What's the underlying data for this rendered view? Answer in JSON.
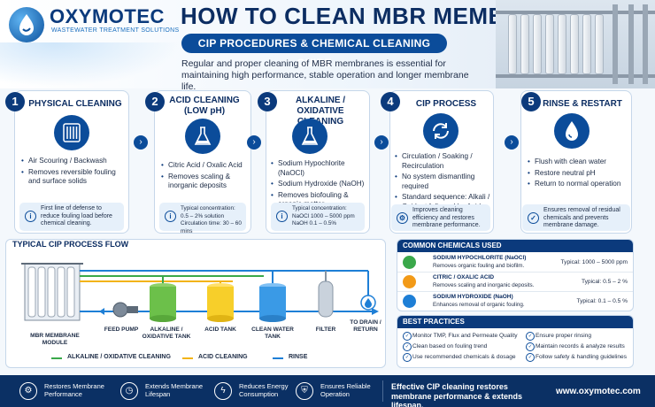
{
  "brand": {
    "name": "OXYMOTEC",
    "tagline": "WASTEWATER TREATMENT SOLUTIONS"
  },
  "header": {
    "title": "HOW TO CLEAN MBR MEMBRANES",
    "subtitle": "CIP PROCEDURES & CHEMICAL CLEANING GUIDE",
    "intro": "Regular and proper cleaning of MBR membranes is essential for maintaining high performance, stable operation and longer membrane life."
  },
  "steps": [
    {
      "num": "1",
      "title": "PHYSICAL CLEANING",
      "icon": "membrane-filter-icon",
      "bullets": [
        "Air Scouring / Backwash",
        "Removes reversible fouling and surface solids"
      ],
      "note": "First line of defense to reduce fouling load before chemical cleaning."
    },
    {
      "num": "2",
      "title": "ACID CLEANING (LOW pH)",
      "icon": "flask-icon",
      "bullets": [
        "Citric Acid / Oxalic Acid",
        "Removes scaling & inorganic deposits"
      ],
      "note": "Typical concentration: 0.5 – 2% solution\nCirculation time: 30 – 60 mins"
    },
    {
      "num": "3",
      "title": "ALKALINE / OXIDATIVE CLEANING",
      "icon": "flask-icon",
      "bullets": [
        "Sodium Hypochlorite (NaOCl)",
        "Sodium Hydroxide (NaOH)",
        "Removes biofouling & organic matter"
      ],
      "note": "Typical concentration: NaOCl 1000 – 5000 ppm\nNaOH 0.1 – 0.5%"
    },
    {
      "num": "4",
      "title": "CIP PROCESS",
      "icon": "recirculation-icon",
      "bullets": [
        "Circulation / Soaking / Recirculation",
        "No system dismantling required",
        "Standard sequence: Alkali / Oxidant followed by Acid"
      ],
      "note": "Improves cleaning efficiency and restores membrane performance."
    },
    {
      "num": "5",
      "title": "RINSE & RESTART",
      "icon": "water-drop-icon",
      "bullets": [
        "Flush with clean water",
        "Restore neutral pH",
        "Return to normal operation"
      ],
      "note": "Ensures removal of residual chemicals and prevents membrane damage."
    }
  ],
  "flow": {
    "title": "TYPICAL CIP PROCESS FLOW",
    "labels": {
      "module": "MBR MEMBRANE MODULE",
      "pump": "FEED PUMP",
      "alk_tank": "ALKALINE / OXIDATIVE TANK",
      "acid_tank": "ACID TANK",
      "water_tank": "CLEAN WATER TANK",
      "filter": "FILTER",
      "drain": "TO DRAIN / RETURN"
    },
    "legend": [
      {
        "label": "ALKALINE / OXIDATIVE CLEANING",
        "color": "#3aa84a"
      },
      {
        "label": "ACID CLEANING",
        "color": "#f2b418"
      },
      {
        "label": "RINSE",
        "color": "#1e7fd6"
      }
    ]
  },
  "chemicals": {
    "title": "COMMON CHEMICALS USED",
    "rows": [
      {
        "name": "SODIUM HYPOCHLORITE (NaOCl)",
        "desc": "Removes organic fouling and biofilm.",
        "typical": "Typical: 1000 – 5000 ppm",
        "color": "#3aa84a"
      },
      {
        "name": "CITRIC / OXALIC ACID",
        "desc": "Removes scaling and inorganic deposits.",
        "typical": "Typical: 0.5 – 2 %",
        "color": "#f29a18"
      },
      {
        "name": "SODIUM HYDROXIDE (NaOH)",
        "desc": "Enhances removal of organic fouling.",
        "typical": "Typical: 0.1 – 0.5 %",
        "color": "#1e7fd6"
      }
    ]
  },
  "best_practices": {
    "title": "BEST PRACTICES",
    "items": [
      "Monitor TMP, Flux and Permeate Quality",
      "Ensure proper rinsing",
      "Clean based on fouling trend",
      "Maintain records & analyze results",
      "Use recommended chemicals & dosage",
      "Follow safety & handling guidelines"
    ]
  },
  "footer": {
    "benefits": [
      {
        "label": "Restores Membrane Performance",
        "icon": "gear-icon"
      },
      {
        "label": "Extends Membrane Lifespan",
        "icon": "clock-icon"
      },
      {
        "label": "Reduces Energy Consumption",
        "icon": "lightning-icon"
      },
      {
        "label": "Ensures Reliable Operation",
        "icon": "shield-icon"
      }
    ],
    "message": "Effective CIP cleaning restores membrane performance & extends lifespan.",
    "website": "www.oxymotec.com"
  }
}
